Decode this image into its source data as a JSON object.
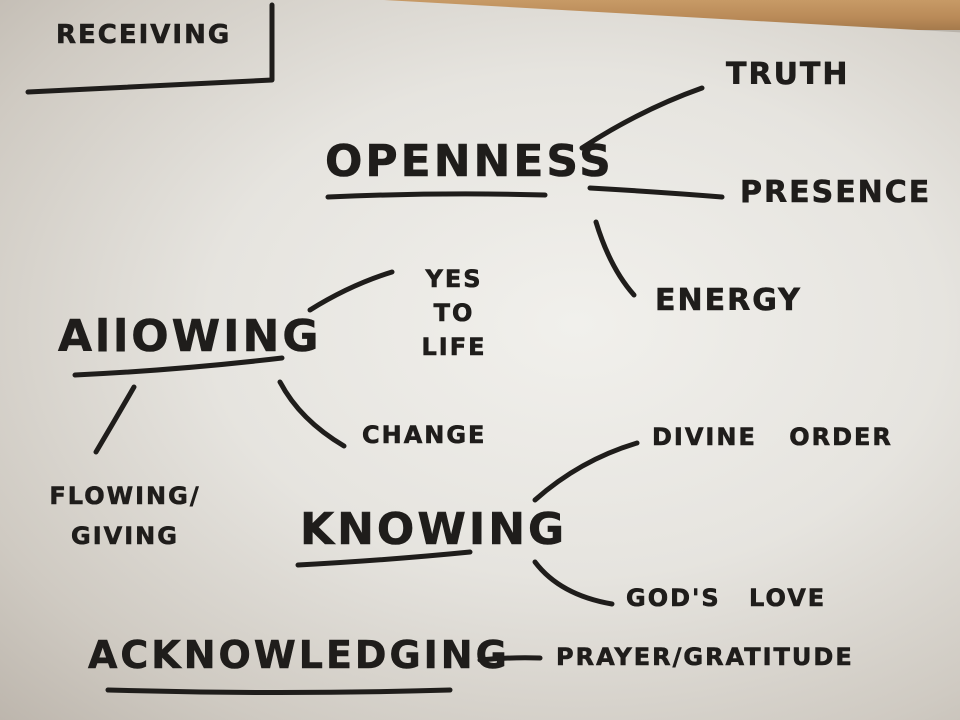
{
  "board": {
    "title": "RECEIVING",
    "openness": {
      "label": "OPENNESS",
      "branches": [
        "TRUTH",
        "PRESENCE",
        "ENERGY"
      ]
    },
    "allowing": {
      "label": "AllOWING",
      "branches": [
        "YES TO LIFE",
        "CHANGE",
        "FLOWING/ GIVING"
      ]
    },
    "knowing": {
      "label": "KNOWING",
      "branches": [
        "DIVINE ORDER",
        "GOD'S LOVE"
      ]
    },
    "acknowledging": {
      "label": "ACKNOWLEDGING",
      "branch": "PRAYER/GRATITUDE"
    },
    "colors": {
      "ink": "#1f1d1b",
      "board": "#e6e4df",
      "frame": "#b98a58"
    }
  }
}
